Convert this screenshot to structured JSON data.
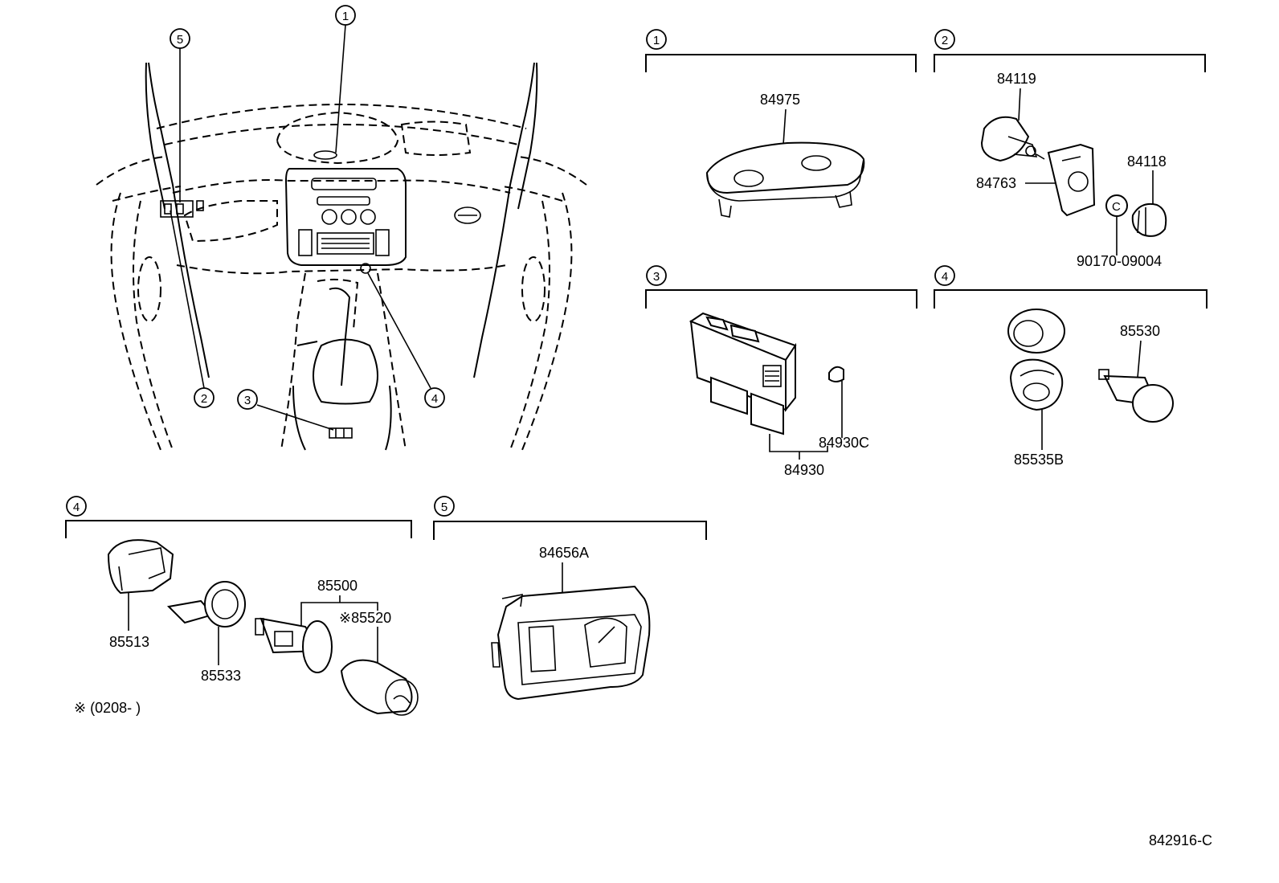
{
  "callouts": [
    "1",
    "2",
    "3",
    "4",
    "5"
  ],
  "parts": {
    "p84975": "84975",
    "p84119": "84119",
    "p84118": "84118",
    "p84763": "84763",
    "p90170": "90170-09004",
    "p84930C": "84930C",
    "p84930": "84930",
    "p85530": "85530",
    "p85535B": "85535B",
    "p85513": "85513",
    "p85533": "85533",
    "p85500": "85500",
    "p85520": "※85520",
    "p84656A": "84656A"
  },
  "note": "※ (0208-        )",
  "diagram_id": "842916-C"
}
